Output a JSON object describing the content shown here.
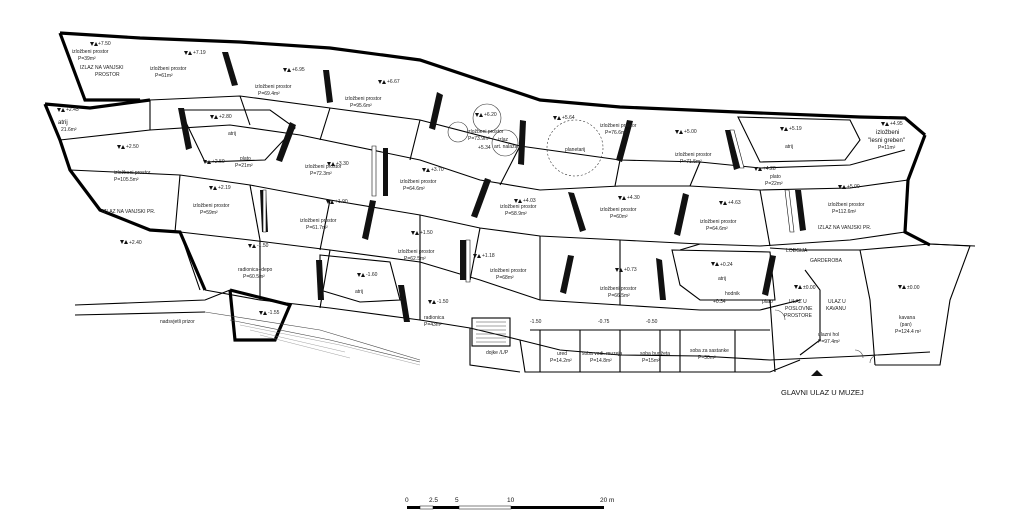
{
  "labels": {
    "izlaz_top": "izložbeni prostor",
    "izlaz_top_p": "P=39m²",
    "izlaz_vanj_1": "IZLAZ NA VANJSKI",
    "izlaz_vanj_1b": "PROSTOR",
    "lvl_750": "+7.50",
    "lvl_719": "+7.19",
    "izl_61": "izložbeni prostor",
    "izl_61_p": "P=61m²",
    "lvl_695": "+6.95",
    "izl_69": "izložbeni prostor",
    "izl_69_p": "P=69.4m²",
    "lvl_667": "+6.67",
    "izl_95": "izložbeni prostor",
    "izl_95_p": "P=95.6m²",
    "lvl_620": "+6.20",
    "izl_73": "izložbeni prostor",
    "izl_73_p": "P=73.9m²",
    "lvl_534": "+5.34",
    "izlaz_art": "izlaz",
    "izlaz_art2": "art. nalaza",
    "lvl_564": "+5.64",
    "planetarij": "planetarij",
    "lvl_500": "+5.00",
    "izl_76": "izložbeni prostor",
    "izl_76_p": "P=76.6m²",
    "izl_71": "izložbeni prostor",
    "izl_71_p": "P=71.5m²",
    "lvl_519": "+5.19",
    "atrij_top": "atrij",
    "lvl_495": "+4.95",
    "izl_lesni": "izložbeni",
    "izl_lesni2": "\"lesni greben\"",
    "izl_lesni3": "P=11m²",
    "lvl_245": "+2.45",
    "atrij_left": "atrij",
    "atrij_left_p": "21.6m²",
    "lvl_280": "+2.80",
    "atrij_mid": "atrij",
    "lvl_250a": "+2.50",
    "izl_105": "izložbeni prostor",
    "izl_105_p": "P=105.5m²",
    "lvl_250b": "+2.50",
    "plato1": "plato",
    "plato1_p": "P=21m²",
    "lvl_330": "+3.30",
    "izl_72": "izložbeni prostor",
    "izl_72_p": "P=72.3m²",
    "lvl_370": "+3.70",
    "izl_64": "izložbeni prostor",
    "izl_64_p": "P=64.6m²",
    "lvl_428": "+4.28",
    "plato2": "plato",
    "plato2_p": "P=22m²",
    "lvl_500b": "+5.00",
    "izl_112": "izložbeni prostor",
    "izl_112_p": "P=112.6m²",
    "lvl_219": "+2.19",
    "izl_59": "izložbeni prostor",
    "izl_59_p": "P=59m²",
    "izlaz_vanj_2": "IZLAZ NA VANJSKI PR.",
    "lvl_190": "+1.90",
    "izl_61b": "izložbeni prostor",
    "izl_61b_p": "P=61.7m²",
    "lvl_403": "+4.03",
    "izl_58": "izložbeni prostor",
    "izl_58_p": "P=58.9m²",
    "lvl_430": "+4.30",
    "izl_60": "izložbeni prostor",
    "izl_60_p": "P=60m²",
    "lvl_463": "+4.63",
    "izl_64b": "izložbeni prostor",
    "izl_64b_p": "P=64.6m²",
    "izlaz_vanj_3": "IZLAZ NA VANJSKI PR.",
    "lvl_240": "+2.40",
    "lvl_150": "+1.50",
    "izl_62": "izložbeni prostor",
    "izl_62_p": "P=62.5m²",
    "lvl_118": "+1.18",
    "izl_68": "izložbeni prostor",
    "izl_68_p": "P=68m²",
    "lvl_073": "+0.73",
    "izl_66": "izložbeni prostor",
    "izl_66_p": "P=66.5m²",
    "lvl_024": "+0.24",
    "atrij_r": "atrij",
    "loggia": "LOĐGIJA",
    "garderoba": "GARDEROBA",
    "lvl_m150": "-1.50",
    "radionica_1": "radionica+depo",
    "radionica_1p": "P=60.5m²",
    "lvl_m160": "-1.60",
    "atrij_low": "atrij",
    "lvl_m150b": "-1.50",
    "radionica_2": "radionica",
    "radionica_2p": "P=43m²",
    "lvl_m150c": "-1.55",
    "nadsvjetli": "nadsvjetli prizor",
    "lvl_m150d": "-1.50",
    "lvl_075": "-0.75",
    "lvl_050": "-0.50",
    "lvl_034": "+0.34",
    "hodnik": "hodnik",
    "plato3": "plato",
    "lvl_000a": "±0.00",
    "ulaz_posl": "ULAZ U",
    "ulaz_posl2": "POSLOVNE",
    "ulaz_posl3": "PROSTORE",
    "ulaz_kav": "ULAZ U",
    "ulaz_kav2": "KAVANU",
    "lvl_000b": "±0.00",
    "kavana": "kavana",
    "kavana2": "(pan)",
    "kavana_p": "P=124.4 m²",
    "ulazni_hol": "ulazni hol",
    "ulazni_hol_p": "P=97.4m²",
    "ured": "ured",
    "ured_p": "P=14.2m²",
    "soba_vod": "soba vodi. muzeja",
    "soba_vod_p": "P=14.8m²",
    "soba_bud": "soba budžeta",
    "soba_bud_p": "P=15m²",
    "soba_sast": "soba za sastanke",
    "soba_sast_p": "P=30m²",
    "dojke": "dojke /L/P",
    "glavni_ulaz": "GLAVNI ULAZ U MUZEJ"
  },
  "scale_bar": {
    "ticks": [
      "0",
      "2.5",
      "5",
      "10",
      "20 m"
    ]
  }
}
